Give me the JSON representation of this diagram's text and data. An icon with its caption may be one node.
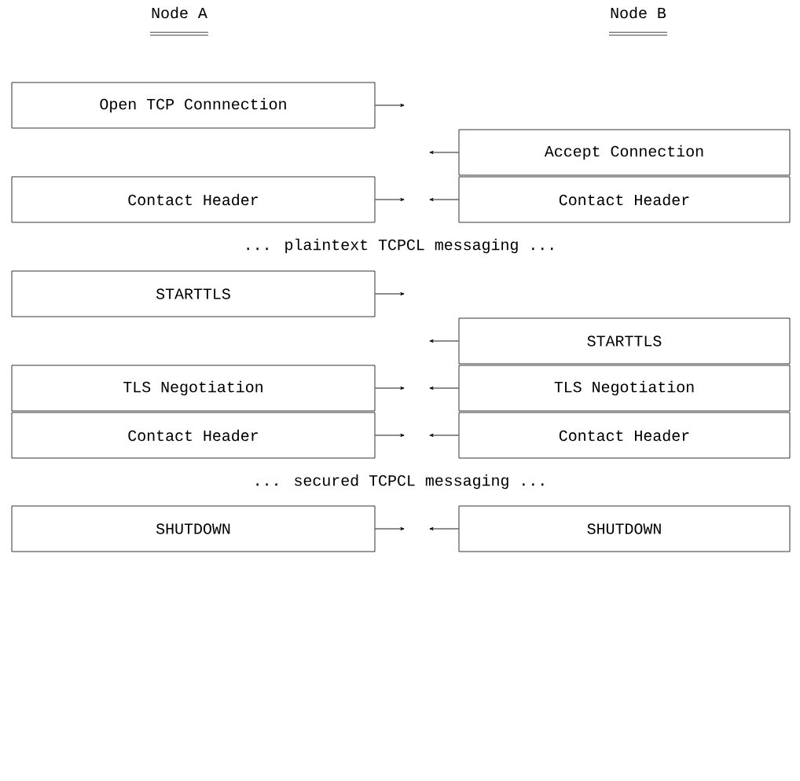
{
  "diagram": {
    "nodes": [
      {
        "text": [
          "Open TCP Connnection"
        ]
      },
      {
        "text": [
          "Accept Connection"
        ]
      },
      {
        "text": [
          "Contact Header"
        ]
      },
      {
        "text": [
          "Contact Header"
        ]
      },
      {
        "text": [
          "STARTTLS"
        ]
      },
      {
        "text": [
          "STARTTLS"
        ]
      },
      {
        "text": [
          "TLS Negotiation"
        ]
      },
      {
        "text": [
          "TLS Negotiation"
        ]
      },
      {
        "text": [
          "Contact Header"
        ]
      },
      {
        "text": [
          "Contact Header"
        ]
      },
      {
        "text": [
          "SHUTDOWN"
        ]
      },
      {
        "text": [
          "SHUTDOWN"
        ]
      }
    ],
    "edges": [
      {
        "from": 0,
        "to": null,
        "arrow": "to"
      },
      {
        "from": 1,
        "to": null,
        "arrow": "to"
      },
      {
        "from": 2,
        "to": null,
        "arrow": "to"
      },
      {
        "from": 3,
        "to": null,
        "arrow": "to"
      },
      {
        "from": 4,
        "to": null,
        "arrow": "to"
      },
      {
        "from": 5,
        "to": null,
        "arrow": "to"
      },
      {
        "from": 6,
        "to": null,
        "arrow": "to"
      },
      {
        "from": 7,
        "to": null,
        "arrow": "to"
      },
      {
        "from": 8,
        "to": null,
        "arrow": "to"
      },
      {
        "from": 9,
        "to": null,
        "arrow": "to"
      },
      {
        "from": 10,
        "to": null,
        "arrow": "to"
      },
      {
        "from": 11,
        "to": null,
        "arrow": "to"
      }
    ],
    "labels": [
      "Node A",
      "Node B",
      "... plaintext TCPCL messaging ...",
      "... secured TCPCL messaging ..."
    ]
  }
}
